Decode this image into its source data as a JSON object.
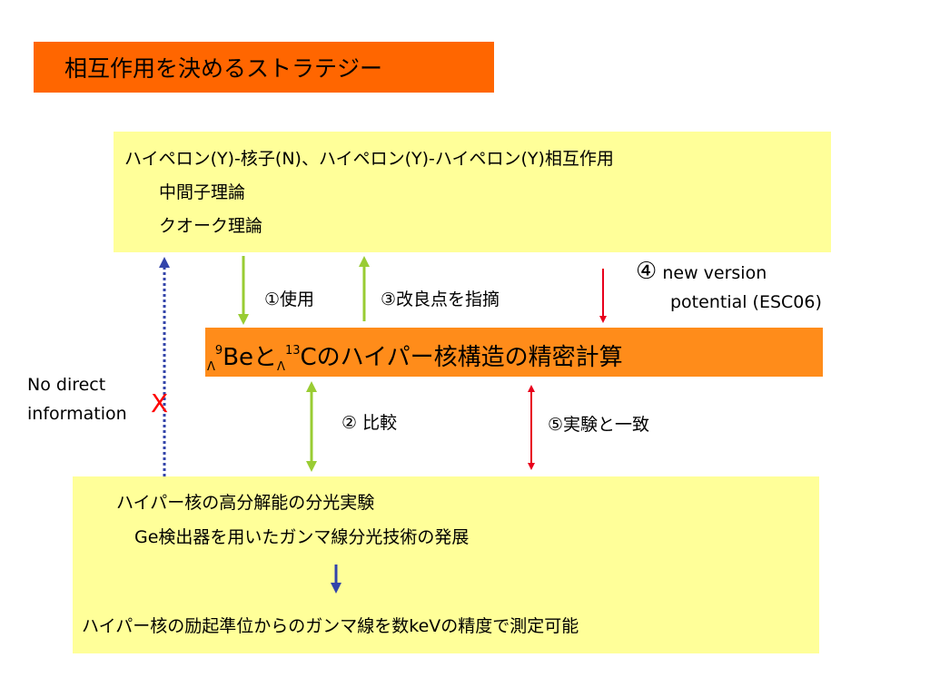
{
  "title": "相互作用を決めるストラテジー",
  "top_box": {
    "line1": "ハイペロン(Y)-核子(N)、ハイペロン(Y)-ハイペロン(Y)相互作用",
    "line2": "中間子理論",
    "line3": "クオーク理論"
  },
  "mid_box": {
    "lambda1": "Λ",
    "mass1": "9",
    "be": "Beと",
    "lambda2": "Λ",
    "mass2": "13",
    "rest": "Cのハイパー核構造の精密計算"
  },
  "bottom_box": {
    "line1": "ハイパー核の高分解能の分光実験",
    "line2": "Ge検出器を用いたガンマ線分光技術の発展",
    "line3": "ハイパー核の励起準位からのガンマ線を数keVの精度で測定可能"
  },
  "labels": {
    "use": "①使用",
    "improve": "③改良点を指摘",
    "num4": "④",
    "new_version": " new version",
    "potential": "potential (ESC06)",
    "compare": "② 比較",
    "agree": "⑤実験と一致",
    "no_direct_1": "No direct",
    "no_direct_2": "information",
    "x_mark": "X"
  },
  "colors": {
    "title_bg": "#ff6600",
    "mid_bg": "#ff8c1a",
    "yellow_box": "#ffff99",
    "green_arrow": "#99cc33",
    "red_arrow": "#e8001c",
    "blue_arrow": "#3344aa"
  }
}
